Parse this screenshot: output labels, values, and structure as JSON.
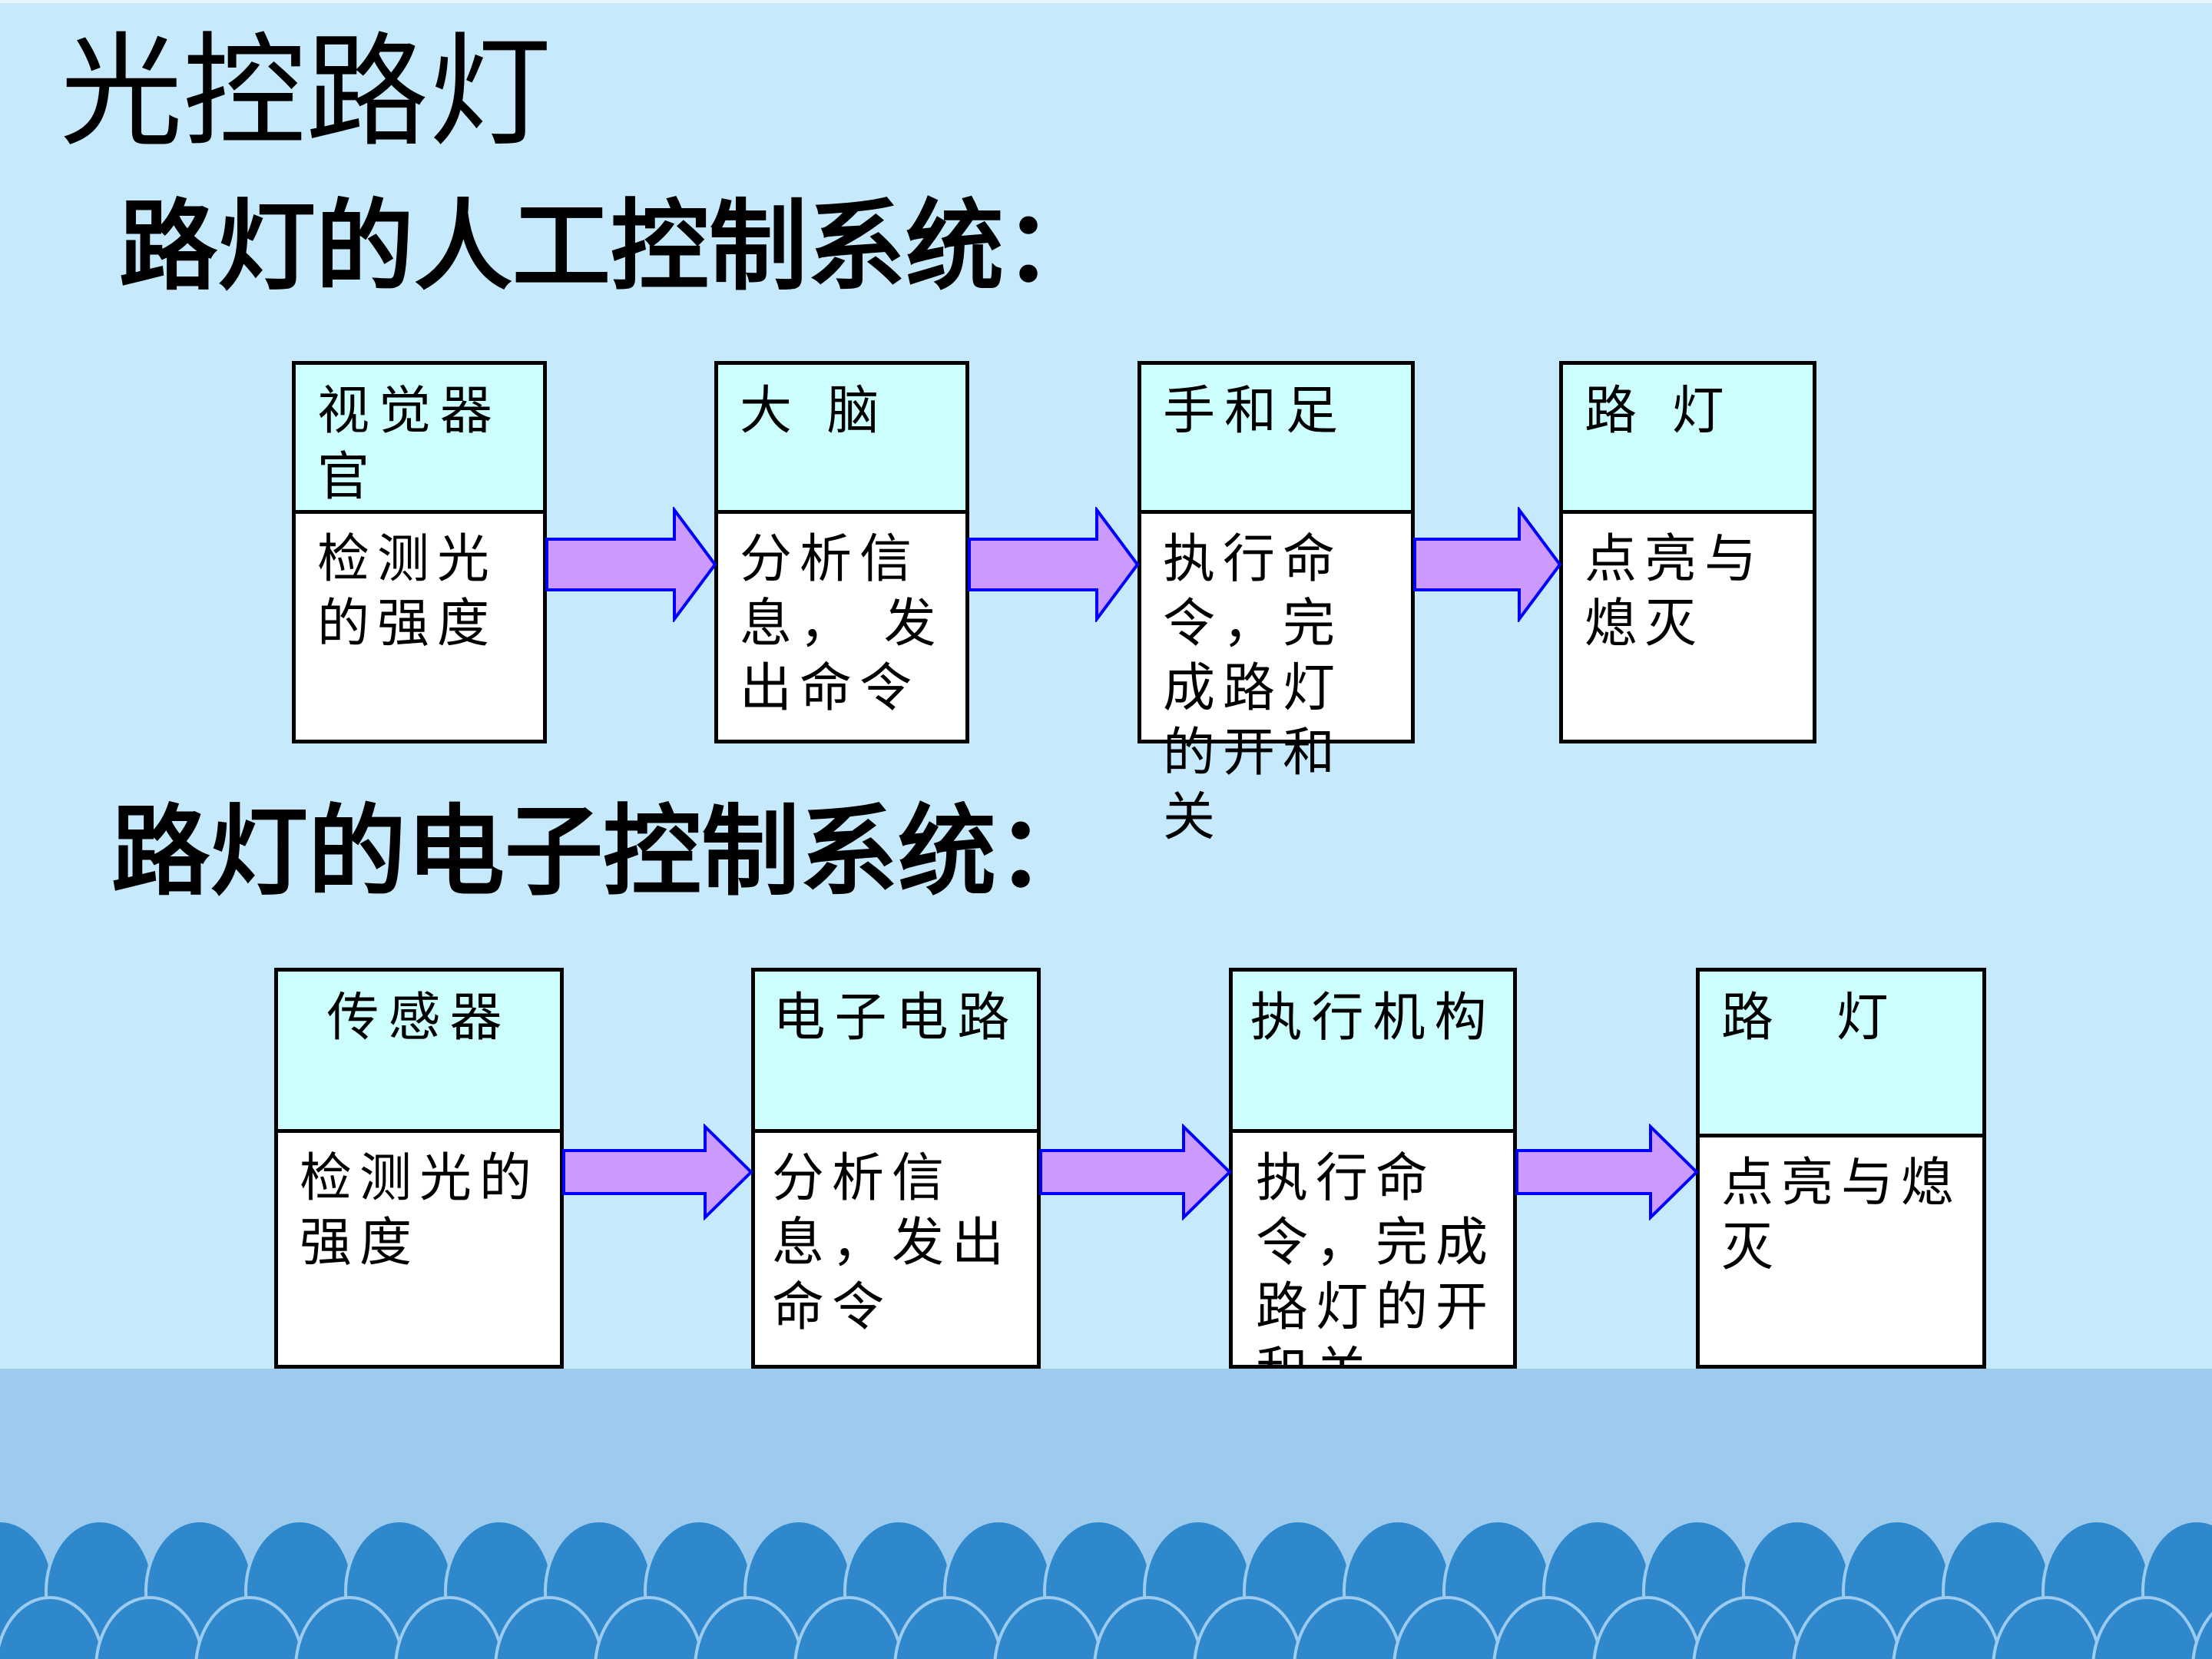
{
  "title": "光控路灯",
  "manual": {
    "heading": "路灯的人工控制系统：",
    "boxes": [
      {
        "head": "视觉器官",
        "body": "检测光的强度"
      },
      {
        "head": "大 脑",
        "body": "分析信息， 发出命令"
      },
      {
        "head": "手和足",
        "body": "执行命令，完成路灯的开和关"
      },
      {
        "head": "路 灯",
        "body": "点亮与熄灭"
      }
    ]
  },
  "electronic": {
    "heading": "路灯的电子控制系统：",
    "boxes": [
      {
        "head": "传感器",
        "body": "检测光的强度"
      },
      {
        "head": "电子电路",
        "body": "分析信息，发出命令"
      },
      {
        "head": "执行机构",
        "body": "执行命令，完成路灯的开和关"
      },
      {
        "head": "路 灯",
        "body": "点亮与熄灭"
      }
    ]
  },
  "colors": {
    "background": "#c6eafb",
    "box_header": "#ccfefe",
    "arrow_fill": "#cc99ff",
    "arrow_stroke": "#0000ff",
    "sea_light": "#9ccbee",
    "wave": "#2f87cc"
  }
}
